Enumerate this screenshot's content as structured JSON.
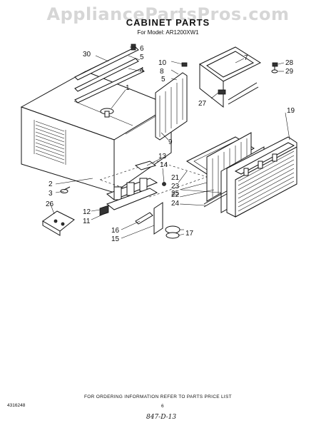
{
  "watermark": "AppliancePartsPros.com",
  "title": "CABINET PARTS",
  "subtitle": "For Model: AR1200XW1",
  "footer": {
    "ordering_note": "FOR ORDERING INFORMATION REFER TO PARTS PRICE LIST",
    "doc_code": "4316248",
    "page_number": "6",
    "handwritten": "847-D-13"
  },
  "part_numbers": [
    "1",
    "2",
    "3",
    "4",
    "5",
    "6",
    "7",
    "8",
    "9",
    "10",
    "11",
    "12",
    "13",
    "14",
    "15",
    "16",
    "17",
    "19",
    "21",
    "22",
    "23",
    "24",
    "25",
    "26",
    "27",
    "28",
    "29",
    "30"
  ]
}
